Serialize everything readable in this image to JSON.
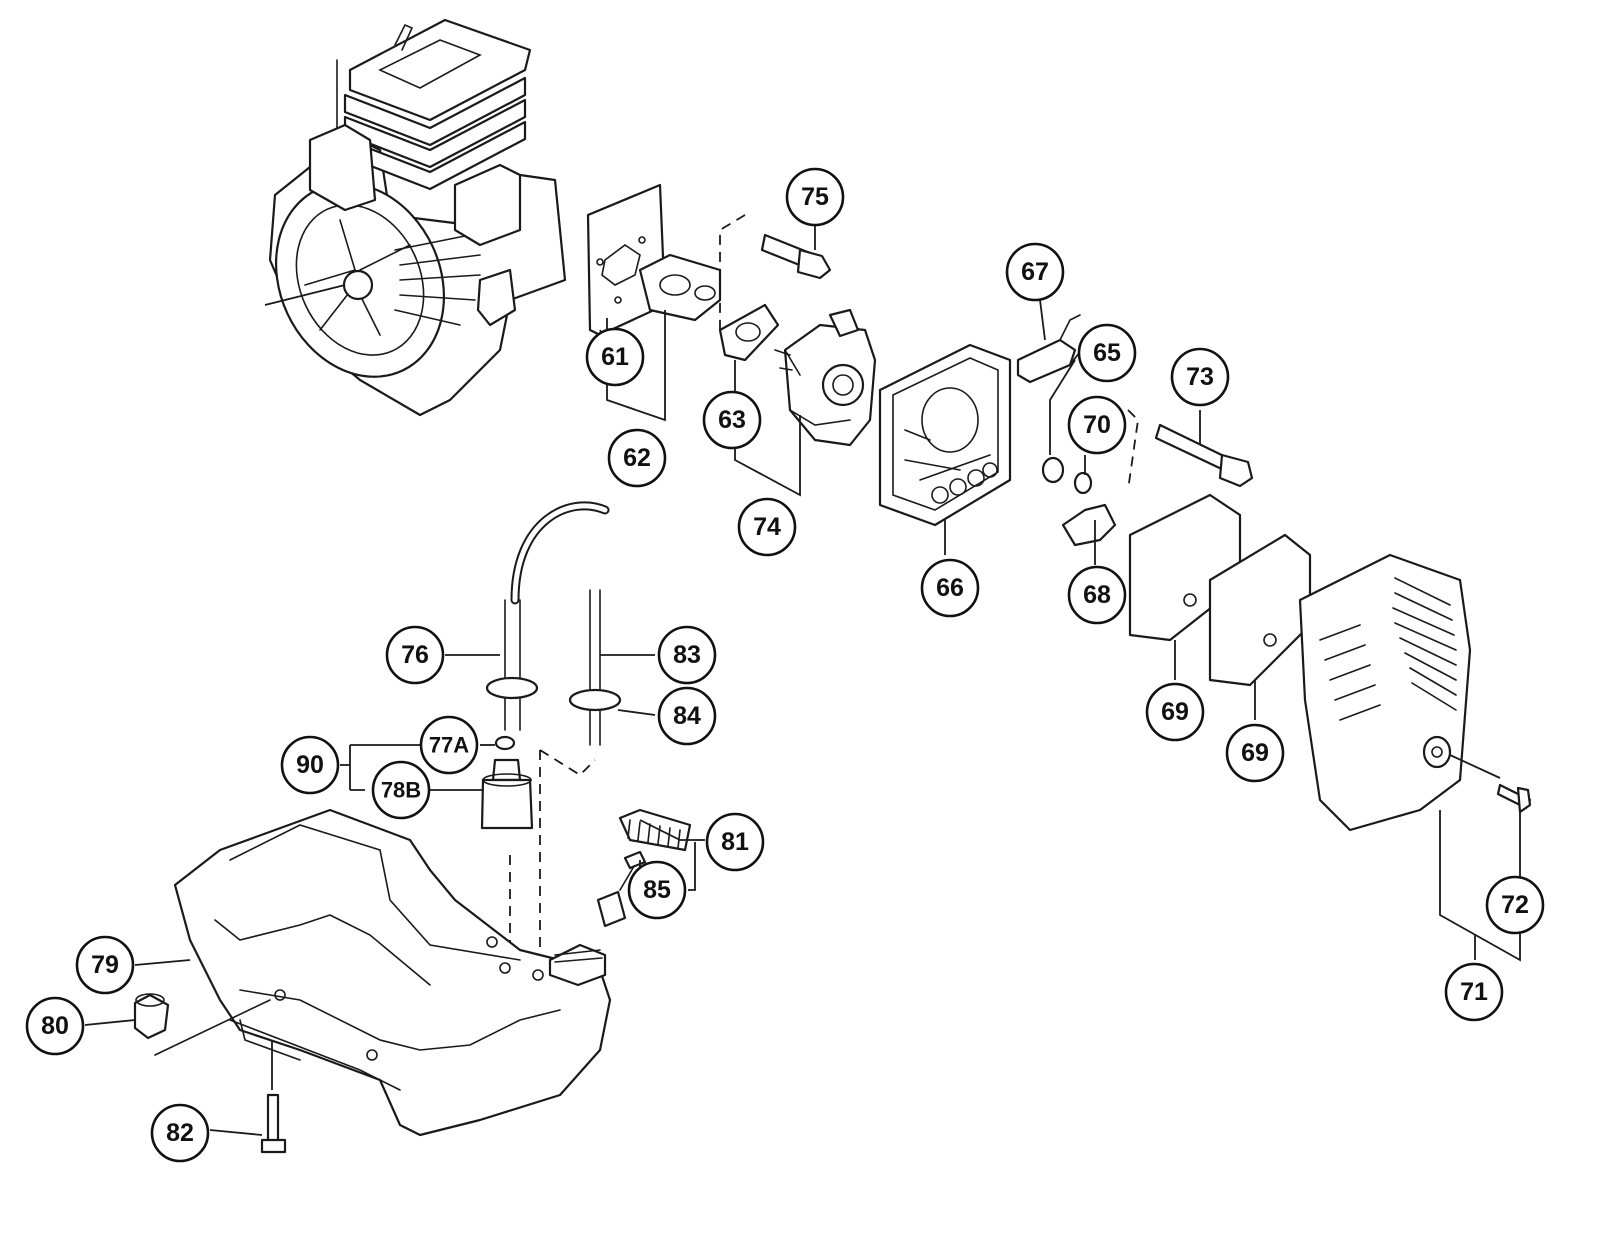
{
  "callouts": {
    "c61": "61",
    "c62": "62",
    "c63": "63",
    "c65": "65",
    "c66": "66",
    "c67": "67",
    "c68": "68",
    "c69a": "69",
    "c69b": "69",
    "c70": "70",
    "c71": "71",
    "c72": "72",
    "c73": "73",
    "c74": "74",
    "c75": "75",
    "c76": "76",
    "c77a": "77A",
    "c78b": "78B",
    "c79": "79",
    "c80": "80",
    "c81": "81",
    "c82": "82",
    "c83": "83",
    "c84": "84",
    "c85": "85",
    "c90": "90"
  },
  "colors": {
    "line": "#1a1a1a",
    "background": "#ffffff"
  }
}
